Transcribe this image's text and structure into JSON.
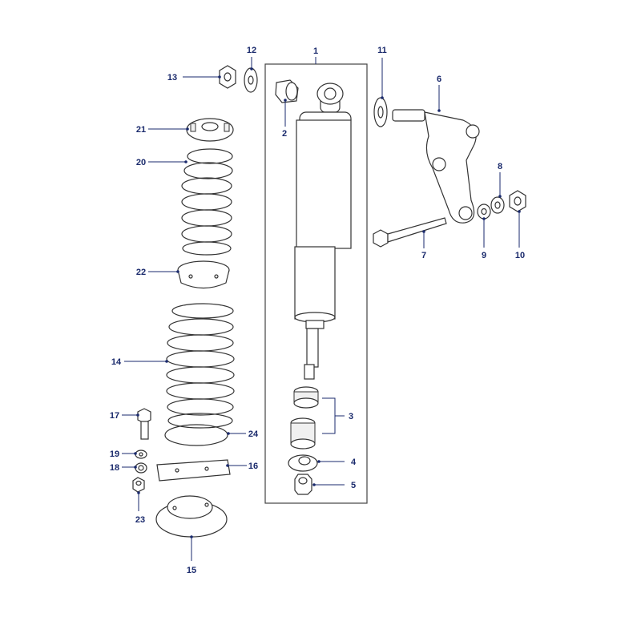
{
  "diagram": {
    "accent_color": "#1a2a6c",
    "callouts": [
      {
        "id": "c1",
        "label": "1"
      },
      {
        "id": "c2",
        "label": "2"
      },
      {
        "id": "c3",
        "label": "3"
      },
      {
        "id": "c4",
        "label": "4"
      },
      {
        "id": "c5",
        "label": "5"
      },
      {
        "id": "c6",
        "label": "6"
      },
      {
        "id": "c7",
        "label": "7"
      },
      {
        "id": "c8",
        "label": "8"
      },
      {
        "id": "c9",
        "label": "9"
      },
      {
        "id": "c10",
        "label": "10"
      },
      {
        "id": "c11",
        "label": "11"
      },
      {
        "id": "c12",
        "label": "12"
      },
      {
        "id": "c13",
        "label": "13"
      },
      {
        "id": "c14",
        "label": "14"
      },
      {
        "id": "c15",
        "label": "15"
      },
      {
        "id": "c16",
        "label": "16"
      },
      {
        "id": "c17",
        "label": "17"
      },
      {
        "id": "c18",
        "label": "18"
      },
      {
        "id": "c19",
        "label": "19"
      },
      {
        "id": "c20",
        "label": "20"
      },
      {
        "id": "c21",
        "label": "21"
      },
      {
        "id": "c22",
        "label": "22"
      },
      {
        "id": "c23",
        "label": "23"
      },
      {
        "id": "c24",
        "label": "24"
      }
    ]
  }
}
